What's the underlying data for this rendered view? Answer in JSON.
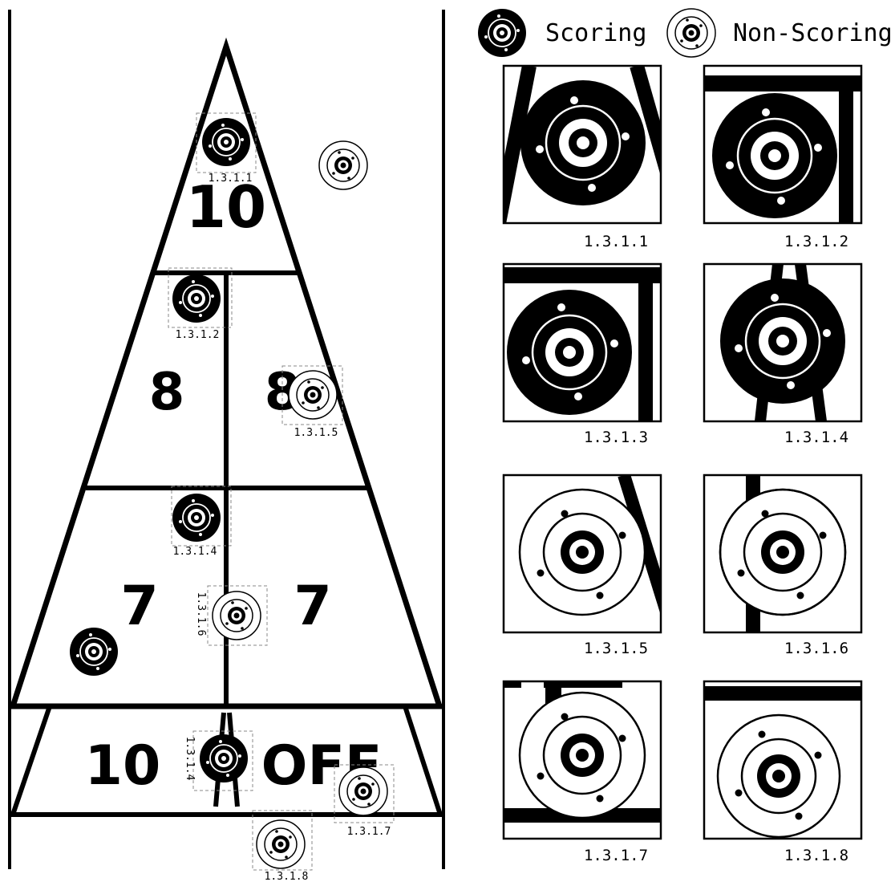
{
  "legend": {
    "scoring_label": "Scoring",
    "non_scoring_label": "Non-Scoring",
    "scoring_icon": "scoring-puck-icon",
    "non_scoring_icon": "non-scoring-puck-icon"
  },
  "board": {
    "zone_10_top": "10",
    "zone_8_left": "8",
    "zone_8_right": "8",
    "zone_7_left": "7",
    "zone_7_right": "7",
    "zone_10_off_value": "10",
    "zone_10_off_suffix": "OFF"
  },
  "tags": {
    "t1": "1.3.1.1",
    "t2": "1.3.1.2",
    "t5": "1.3.1.5",
    "t4": "1.3.1.4",
    "t6": "1.3.1.6",
    "t4b": "1.3.1.4",
    "t7": "1.3.1.7",
    "t8": "1.3.1.8"
  },
  "panels": [
    {
      "label": "1.3.1.1",
      "type": "scoring"
    },
    {
      "label": "1.3.1.2",
      "type": "scoring"
    },
    {
      "label": "1.3.1.3",
      "type": "scoring"
    },
    {
      "label": "1.3.1.4",
      "type": "scoring"
    },
    {
      "label": "1.3.1.5",
      "type": "non-scoring"
    },
    {
      "label": "1.3.1.6",
      "type": "non-scoring"
    },
    {
      "label": "1.3.1.7",
      "type": "non-scoring"
    },
    {
      "label": "1.3.1.8",
      "type": "non-scoring"
    }
  ],
  "colors": {
    "ink": "#000000",
    "paper": "#ffffff",
    "tag_box": "#888888"
  }
}
